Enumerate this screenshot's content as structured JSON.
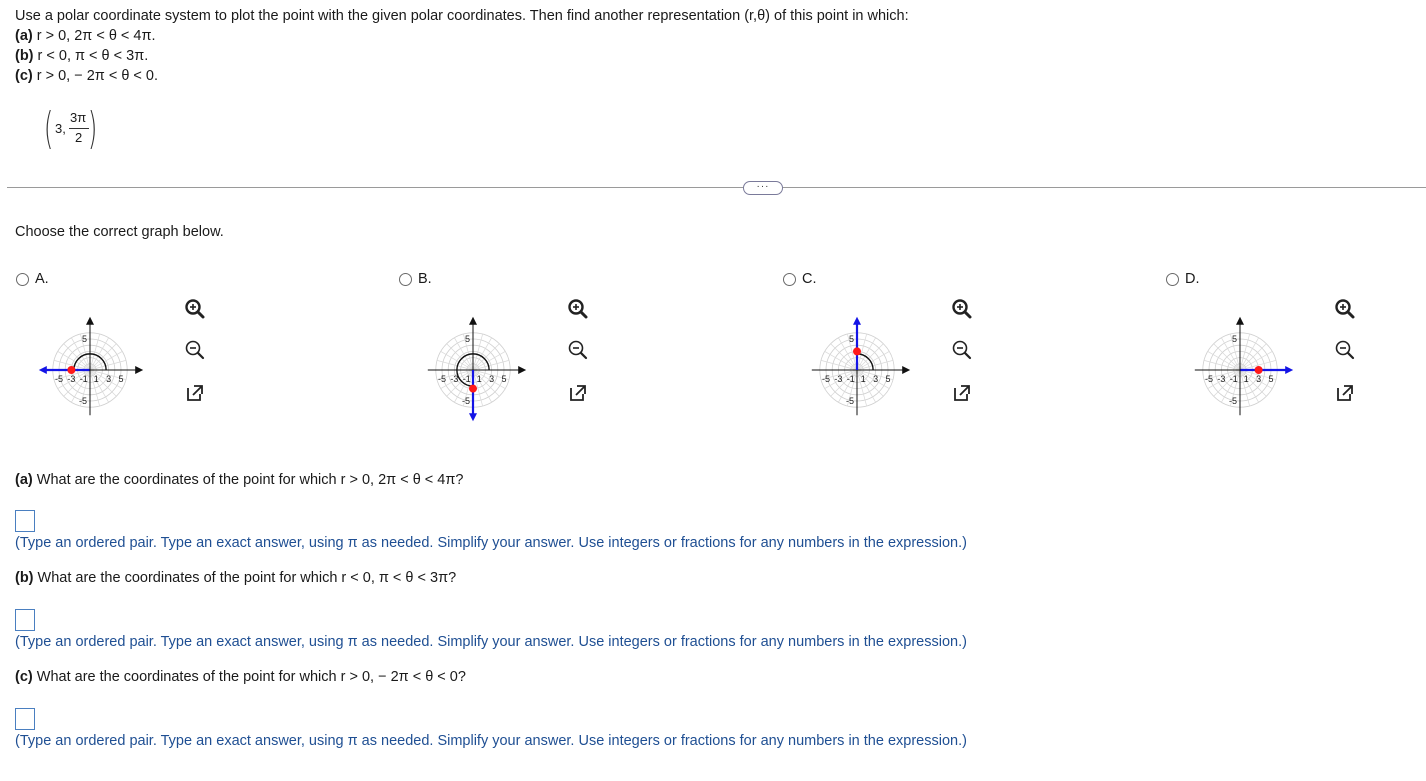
{
  "intro": {
    "line1": "Use a polar coordinate system to plot the point with the given polar coordinates. Then find another representation (r,θ) of this point in which:",
    "a_label": "(a)",
    "a_text": " r > 0, 2π < θ < 4π.",
    "b_label": "(b)",
    "b_text": " r < 0, π < θ < 3π.",
    "c_label": "(c)",
    "c_text": " r > 0,  − 2π < θ < 0."
  },
  "point": {
    "r": "3,",
    "num": "3π",
    "den": "2"
  },
  "expand_button": "···",
  "choose_text": "Choose the correct graph below.",
  "options": [
    {
      "letter": "A.",
      "point": {
        "r": 3,
        "theta_deg": 180
      }
    },
    {
      "letter": "B.",
      "point": {
        "r": 3,
        "theta_deg": 270
      }
    },
    {
      "letter": "C.",
      "point": {
        "r": 3,
        "theta_deg": 90
      }
    },
    {
      "letter": "D.",
      "point": {
        "r": 3,
        "theta_deg": 0
      }
    }
  ],
  "axis_ticks": {
    "x": [
      "-5",
      "-3",
      "-1",
      "1",
      "3",
      "5"
    ],
    "y_top": "5",
    "y_bottom": "-5"
  },
  "colors": {
    "point": "#ff1a1a",
    "ray": "#1414e6",
    "hint": "#1f4f93"
  },
  "questions": {
    "a_label": "(a)",
    "a_text": " What are the coordinates of the point for which r > 0, 2π < θ < 4π?",
    "b_label": "(b)",
    "b_text": " What are the coordinates of the point for which r < 0, π < θ < 3π?",
    "c_label": "(c)",
    "c_text": " What are the coordinates of the point for which r > 0,  − 2π < θ < 0?"
  },
  "hint": "(Type an ordered pair. Type an exact answer, using π as needed. Simplify your answer. Use integers or fractions for any numbers in the expression.)"
}
